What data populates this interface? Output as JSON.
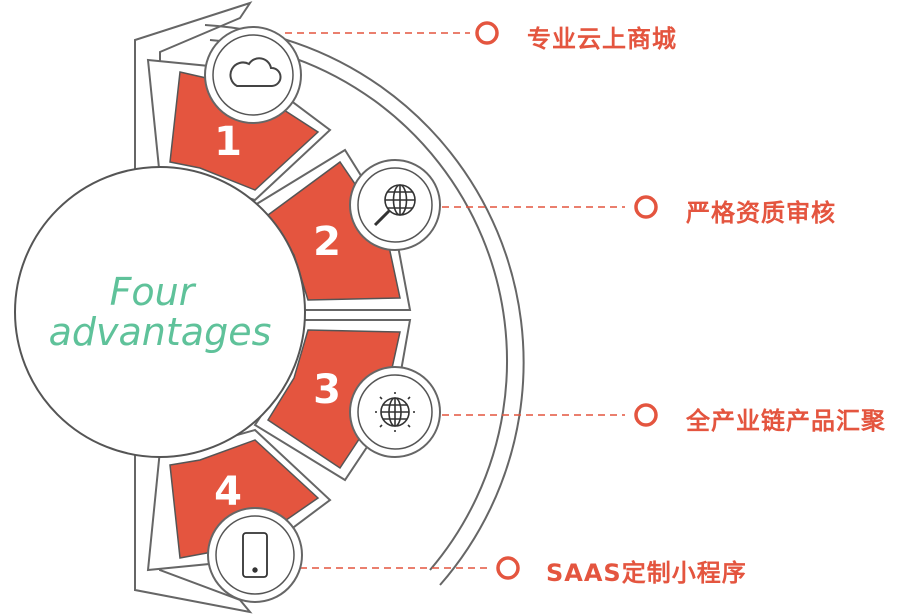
{
  "center": {
    "line1": "Four",
    "line2": "advantages"
  },
  "items": [
    {
      "number": "1",
      "label": "专业云上商城",
      "icon": "cloud-icon"
    },
    {
      "number": "2",
      "label": "严格资质审核",
      "icon": "globe-search-icon"
    },
    {
      "number": "3",
      "label": "全产业链产品汇聚",
      "icon": "globe-icon"
    },
    {
      "number": "4",
      "label": "SAAS定制小程序",
      "icon": "mobile-phone-icon"
    }
  ],
  "colors": {
    "accent": "#e4553f",
    "center_text": "#5fc29a",
    "outline": "#555555"
  }
}
